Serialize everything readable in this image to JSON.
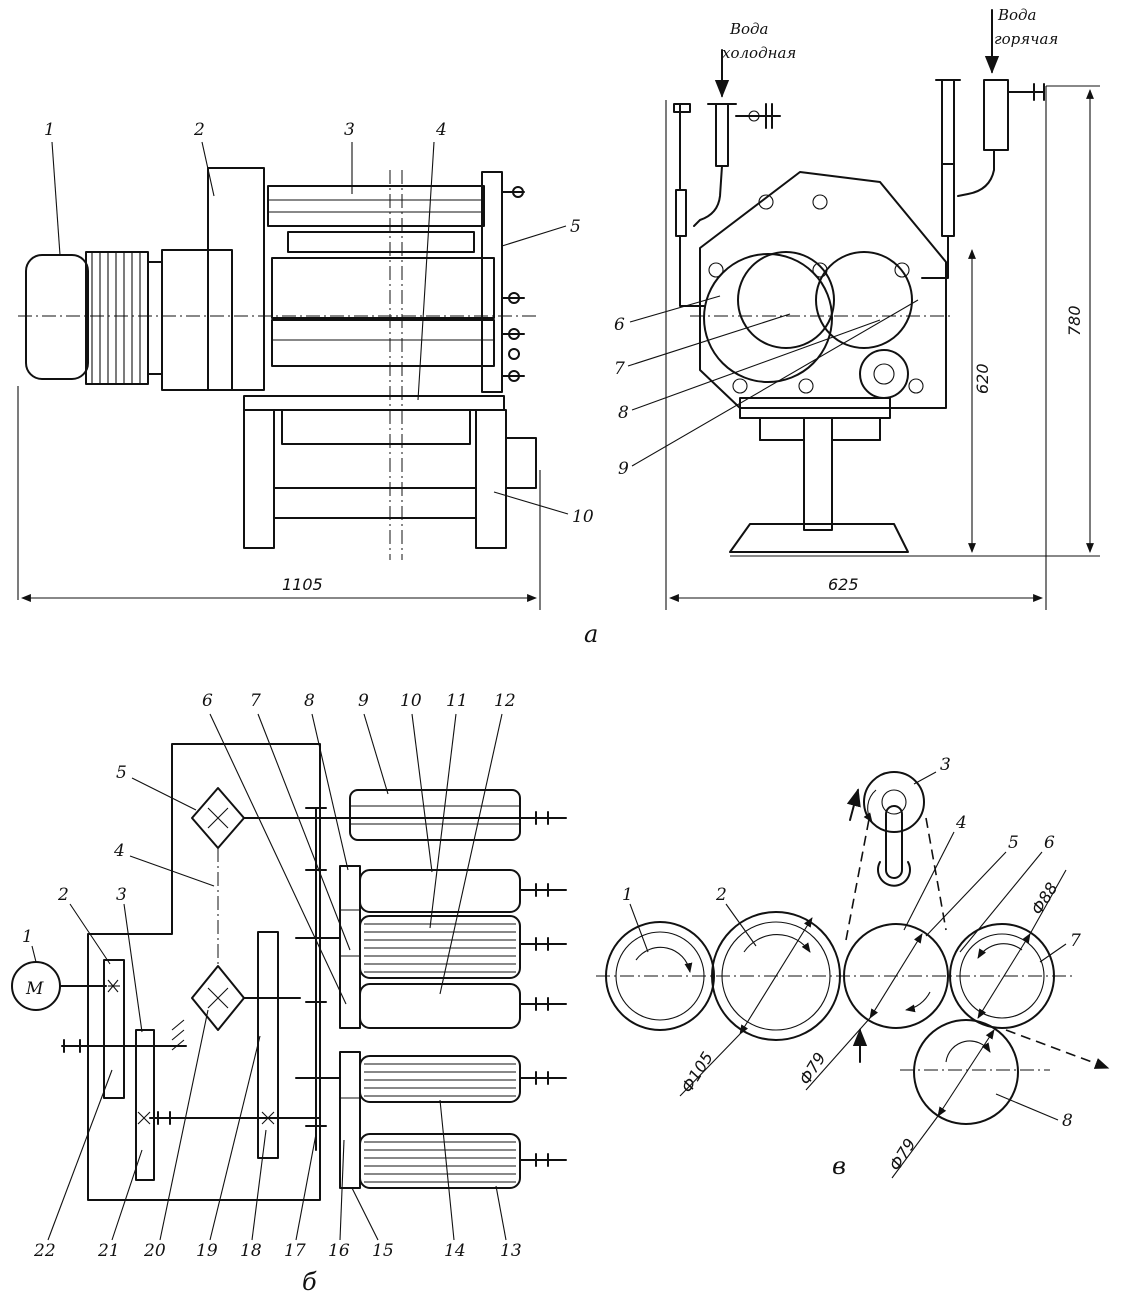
{
  "figure_a": {
    "label": "а",
    "callouts": [
      "1",
      "2",
      "3",
      "4",
      "5",
      "6",
      "7",
      "8",
      "9",
      "10"
    ],
    "dims": {
      "width_left": "1105",
      "width_right": "625",
      "height_total": "780",
      "height_mid": "620"
    },
    "water_cold": [
      "Вода",
      "холодная"
    ],
    "water_hot": [
      "Вода",
      "горячая"
    ]
  },
  "figure_b": {
    "label": "б",
    "motor": "M",
    "callouts": [
      "1",
      "2",
      "3",
      "4",
      "5",
      "6",
      "7",
      "8",
      "9",
      "10",
      "11",
      "12",
      "13",
      "14",
      "15",
      "16",
      "17",
      "18",
      "19",
      "20",
      "21",
      "22"
    ]
  },
  "figure_v": {
    "label": "в",
    "callouts": [
      "1",
      "2",
      "3",
      "4",
      "5",
      "6",
      "7",
      "8"
    ],
    "dims": {
      "d2": "Ф105",
      "d4": "Ф79",
      "d7": "Ф88",
      "d8": "Ф79"
    }
  }
}
